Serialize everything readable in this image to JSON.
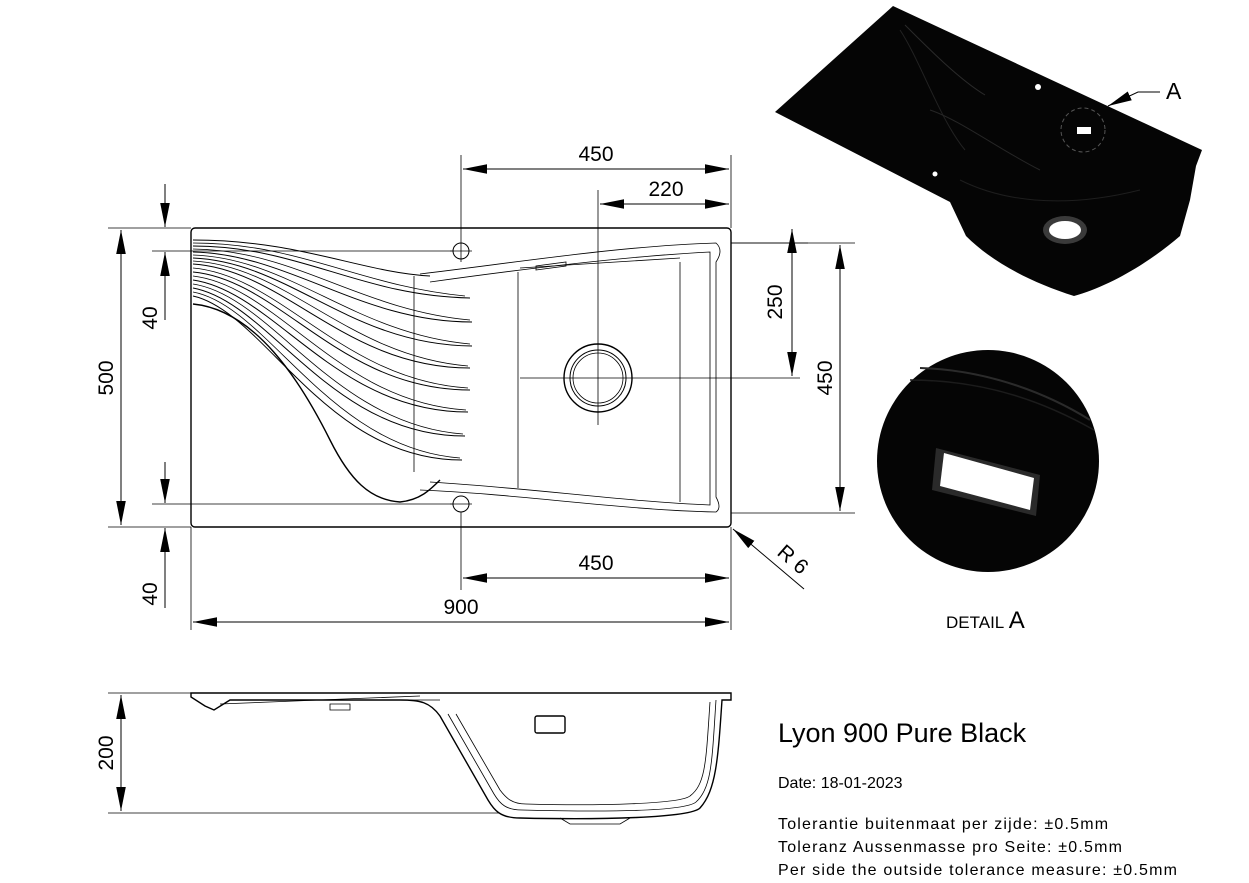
{
  "title": "Lyon 900 Pure Black",
  "date": "Date: 18-01-2023",
  "tolerances": [
    "Tolerantie buitenmaat per zijde: ±0.5mm",
    "Toleranz Aussenmasse pro Seite: ±0.5mm",
    "Per side the outside tolerance measure: ±0.5mm"
  ],
  "detail": {
    "word": "DETAIL",
    "letter": "A"
  },
  "callout_label": "A",
  "dimensions": {
    "top_450": "450",
    "top_220": "220",
    "left_500": "500",
    "left_40_top": "40",
    "left_40_bottom": "40",
    "right_250": "250",
    "right_450": "450",
    "bottom_450": "450",
    "bottom_900": "900",
    "radius": "R 6",
    "side_200": "200"
  },
  "colors": {
    "sink_body": "#050505",
    "line": "#000000",
    "background": "#ffffff"
  }
}
